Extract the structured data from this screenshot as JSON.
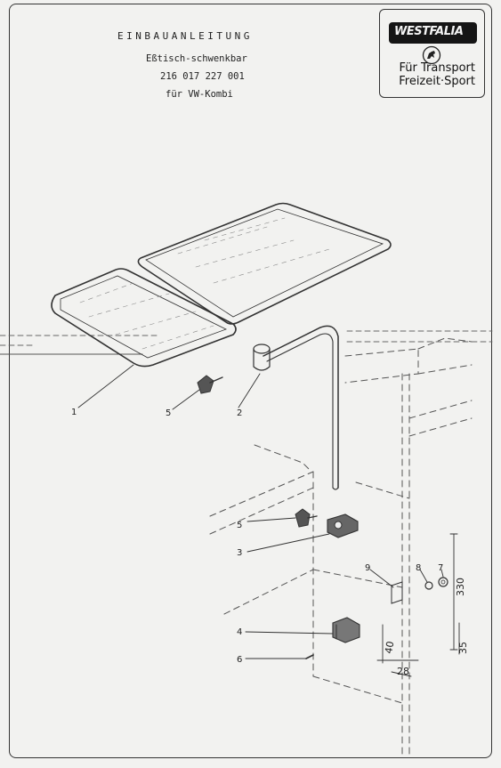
{
  "header": {
    "title": "EINBAUANLEITUNG",
    "product": "Eßtisch-schwenkbar",
    "part_number": "216 017 227 001",
    "vehicle": "für VW-Kombi"
  },
  "logo": {
    "brand": "WESTFALIA",
    "tagline_1": "Für Transport",
    "tagline_2": "Freizeit·Sport",
    "emblem_icon": "horse-emblem-icon"
  },
  "callouts": {
    "c1": "1",
    "c2": "2",
    "c5a": "5",
    "c5b": "5",
    "c3": "3",
    "c4": "4",
    "c6": "6",
    "c9": "9",
    "c8": "8",
    "c7": "7"
  },
  "dimensions": {
    "d330": "330",
    "d35": "35",
    "d40": "40",
    "d28": "28"
  },
  "colors": {
    "ink": "#222222",
    "paper": "#f2f2f0"
  }
}
